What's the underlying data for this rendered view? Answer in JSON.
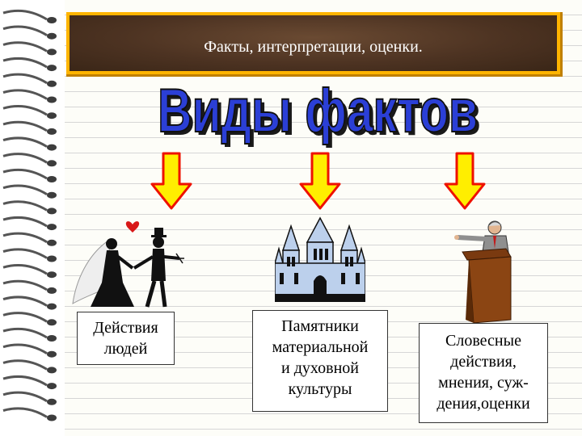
{
  "header": {
    "title": "Факты, интерпретации, оценки."
  },
  "main_title": "Виды фактов",
  "categories": [
    {
      "label_line1": "Действия",
      "label_line2": "людей"
    },
    {
      "label_line1": "Памятники",
      "label_line2": "материальной",
      "label_line3": "и духовной",
      "label_line4": "культуры"
    },
    {
      "label_line1": "Словесные",
      "label_line2": "действия,",
      "label_line3": "мнения, суж-",
      "label_line4": "дения,оценки"
    }
  ],
  "colors": {
    "header_border": "#ffb400",
    "header_bg": "#4d3322",
    "title_fill": "#2b3fd6",
    "arrow_fill": "#ffee00",
    "arrow_stroke": "#ee1100"
  }
}
